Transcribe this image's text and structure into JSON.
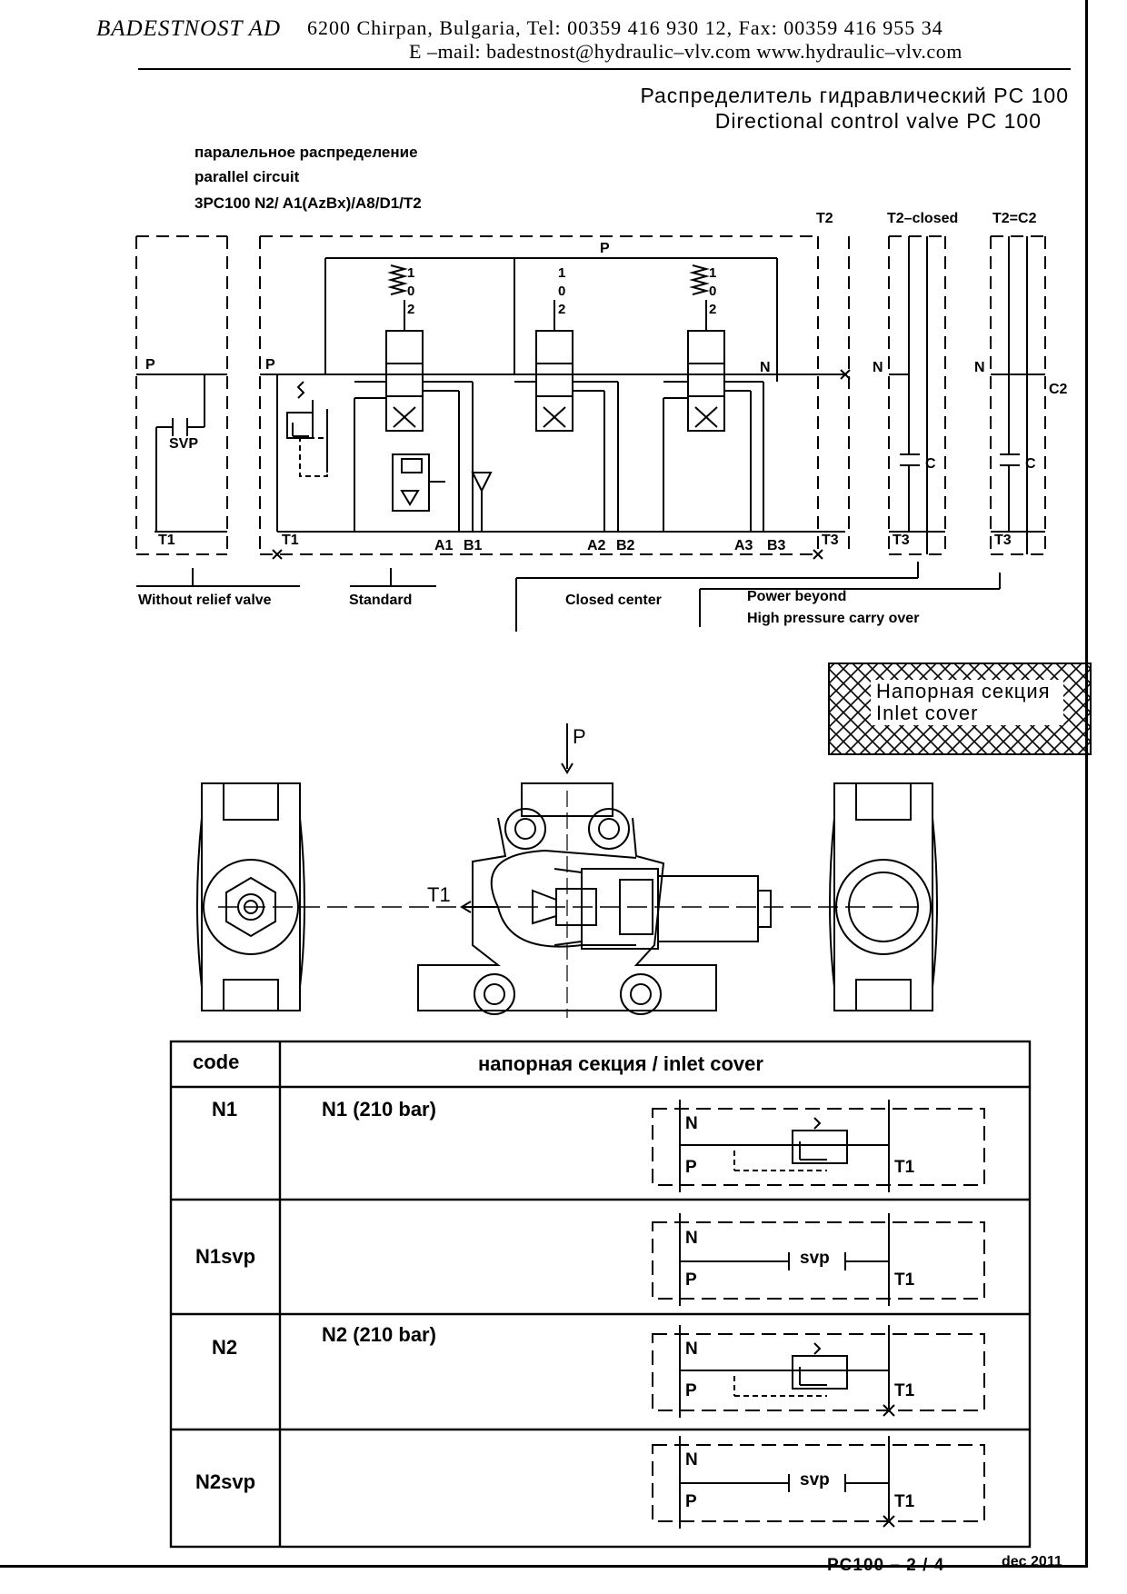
{
  "header": {
    "company": "BADESTNOST AD",
    "contact": "6200 Chirpan, Bulgaria, Tel: 00359 416 930 12, Fax: 00359 416 955 34",
    "email_web": "E –mail: badestnost@hydraulic–vlv.com www.hydraulic–vlv.com"
  },
  "title": {
    "ru": "Распределитель гидравлический PC 100",
    "en": "Directional control valve PC 100"
  },
  "circuit": {
    "ru": "паралельное распределение",
    "en": "parallel circuit",
    "code": "3PC100 N2/ A1(AzBx)/A8/D1/T2"
  },
  "schematic": {
    "ports": {
      "p": "P",
      "n": "N",
      "c": "C",
      "c2": "C2",
      "t1": "T1",
      "t2": "T2",
      "t3": "T3",
      "svp": "SVP"
    },
    "outputs": [
      "A1",
      "B1",
      "A2",
      "B2",
      "A3",
      "B3"
    ],
    "spool_positions": [
      "1",
      "0",
      "2"
    ],
    "variant_headers": {
      "t2": "T2",
      "t2_closed": "T2–closed",
      "t2_c2": "T2=C2"
    },
    "captions": {
      "without_relief": "Without relief valve",
      "standard": "Standard",
      "closed_center": "Closed center",
      "power_beyond_1": "Power beyond",
      "power_beyond_2": "High pressure carry over"
    }
  },
  "inlet_box": {
    "ru": "Напорная секция",
    "en": "Inlet cover"
  },
  "views": {
    "p_label": "P",
    "t1_label": "T1"
  },
  "table": {
    "header_code": "code",
    "header_desc": "напорная секция / inlet cover",
    "rows": [
      {
        "code": "N1",
        "desc": "N1 (210 bar)",
        "symbol": "relief"
      },
      {
        "code": "N1svp",
        "desc": "",
        "symbol": "svp"
      },
      {
        "code": "N2",
        "desc": "N2 (210 bar)",
        "symbol": "relief-t1"
      },
      {
        "code": "N2svp",
        "desc": "",
        "symbol": "svp-t1"
      }
    ],
    "port_n": "N",
    "port_p": "P",
    "port_t1": "T1",
    "svp_label": "svp"
  },
  "footer": {
    "code": "PC100 – 2 / 4",
    "date": "dec 2011"
  }
}
